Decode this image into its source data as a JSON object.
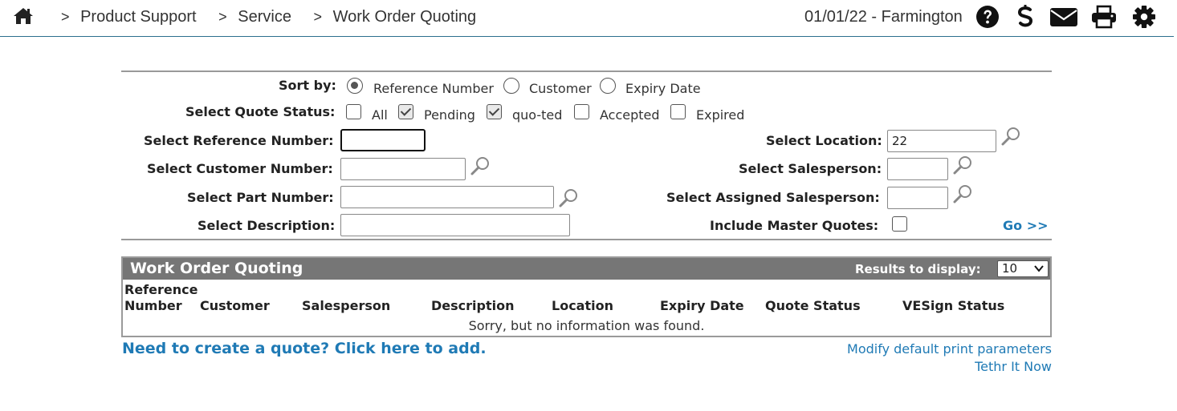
{
  "header": {
    "breadcrumbs": [
      "Product Support",
      "Service",
      "Work Order Quoting"
    ],
    "separator": ">",
    "date_location": "01/01/22 - Farmington",
    "icons": [
      "home-icon",
      "help-icon",
      "vesign-icon",
      "mail-icon",
      "print-icon",
      "settings-icon"
    ],
    "accent_color": "#2b6f8e"
  },
  "filters": {
    "sort_by": {
      "label": "Sort by:",
      "options": [
        "Reference Number",
        "Customer",
        "Expiry Date"
      ],
      "selected": "Reference Number"
    },
    "quote_status": {
      "label": "Select Quote Status:",
      "options": [
        {
          "label": "All",
          "checked": false
        },
        {
          "label": "Pending",
          "checked": true
        },
        {
          "label": "quo-ted",
          "checked": true
        },
        {
          "label": "Accepted",
          "checked": false
        },
        {
          "label": "Expired",
          "checked": false
        }
      ]
    },
    "reference_number": {
      "label": "Select Reference Number:",
      "value": ""
    },
    "customer_number": {
      "label": "Select Customer Number:",
      "value": ""
    },
    "part_number": {
      "label": "Select Part Number:",
      "value": ""
    },
    "description": {
      "label": "Select Description:",
      "value": ""
    },
    "location": {
      "label": "Select Location:",
      "value": "22"
    },
    "salesperson": {
      "label": "Select Salesperson:",
      "value": ""
    },
    "assigned_salesperson": {
      "label": "Select Assigned Salesperson:",
      "value": ""
    },
    "include_master_quotes": {
      "label": "Include Master Quotes:",
      "checked": false
    },
    "go_label": "Go >>"
  },
  "results": {
    "title": "Work Order Quoting",
    "results_to_display_label": "Results to display:",
    "results_to_display_value": "10",
    "columns": [
      {
        "line1": "Reference",
        "line2": "Number"
      },
      {
        "line1": "",
        "line2": "Customer"
      },
      {
        "line1": "",
        "line2": "Salesperson"
      },
      {
        "line1": "",
        "line2": "Description"
      },
      {
        "line1": "",
        "line2": "Location"
      },
      {
        "line1": "",
        "line2": "Expiry Date"
      },
      {
        "line1": "",
        "line2": "Quote Status"
      },
      {
        "line1": "",
        "line2": "VESign Status"
      }
    ],
    "empty_message": "Sorry, but no information was found.",
    "header_bg": "#767676"
  },
  "links": {
    "add_quote": "Need to create a quote? Click here to add.",
    "modify_print": "Modify default print parameters",
    "tethr": "Tethr It Now",
    "link_color": "#1f7ab5"
  }
}
